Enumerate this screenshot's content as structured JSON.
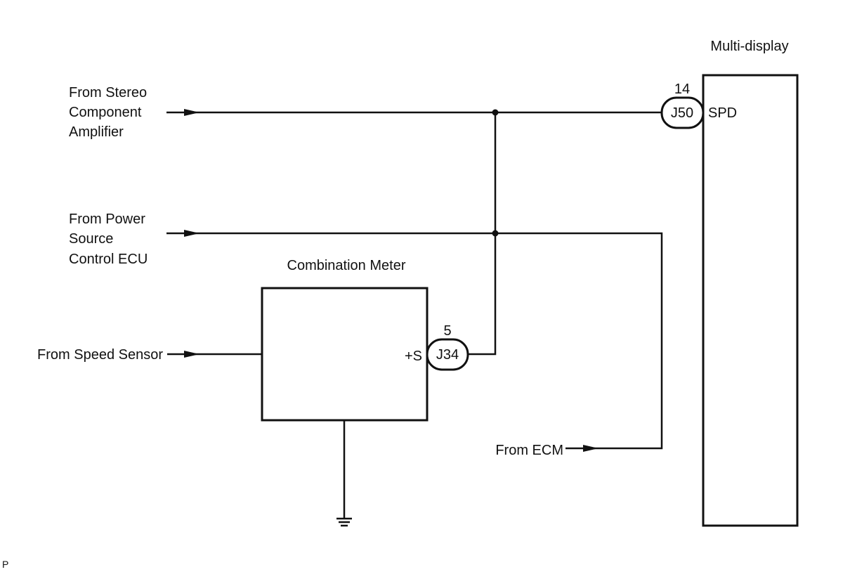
{
  "components": {
    "multi_display": {
      "label": "Multi-display",
      "pin_number": "14",
      "connector": "J50",
      "terminal": "SPD"
    },
    "combination_meter": {
      "label": "Combination Meter",
      "pin_number": "5",
      "connector": "J34",
      "terminal": "+S"
    }
  },
  "sources": {
    "stereo": [
      "From Stereo",
      "Component",
      "Amplifier"
    ],
    "power": [
      "From Power",
      "Source",
      "Control ECU"
    ],
    "speed_sensor": "From Speed Sensor",
    "ecm": "From ECM"
  },
  "footer_mark": "P"
}
